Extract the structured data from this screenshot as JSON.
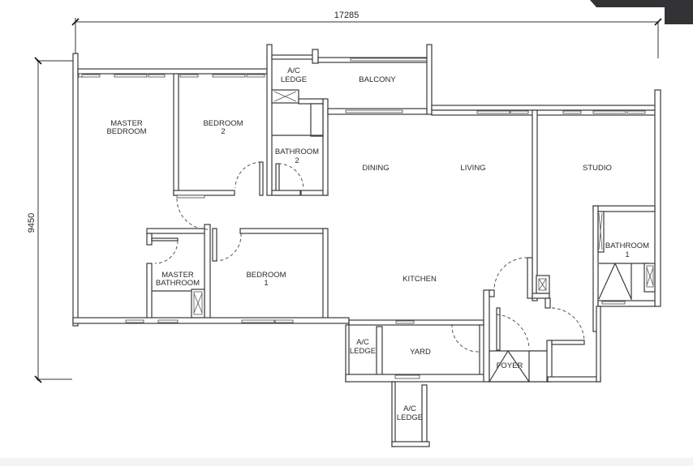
{
  "dimensions": {
    "width_label": "17285",
    "height_label": "9450"
  },
  "rooms": {
    "master_bedroom": {
      "line1": "MASTER",
      "line2": "BEDROOM"
    },
    "bedroom_2": {
      "line1": "BEDROOM",
      "line2": "2"
    },
    "bathroom_2": {
      "line1": "BATHROOM",
      "line2": "2"
    },
    "ac_ledge_top": {
      "line1": "A/C",
      "line2": "LEDGE"
    },
    "balcony": {
      "line1": "BALCONY"
    },
    "dining": {
      "line1": "DINING"
    },
    "living": {
      "line1": "LIVING"
    },
    "studio": {
      "line1": "STUDIO"
    },
    "bathroom_1": {
      "line1": "BATHROOM",
      "line2": "1"
    },
    "master_bathroom": {
      "line1": "MASTER",
      "line2": "BATHROOM"
    },
    "bedroom_1": {
      "line1": "BEDROOM",
      "line2": "1"
    },
    "kitchen": {
      "line1": "KITCHEN"
    },
    "ac_ledge_yard": {
      "line1": "A/C",
      "line2": "LEDGE"
    },
    "yard": {
      "line1": "YARD"
    },
    "foyer": {
      "line1": "FOYER"
    },
    "ac_ledge_bottom": {
      "line1": "A/C",
      "line2": "LEDGE"
    }
  },
  "colors": {
    "wall": "#3a3a3a",
    "corner_banner": "#333235",
    "background": "#ffffff"
  }
}
